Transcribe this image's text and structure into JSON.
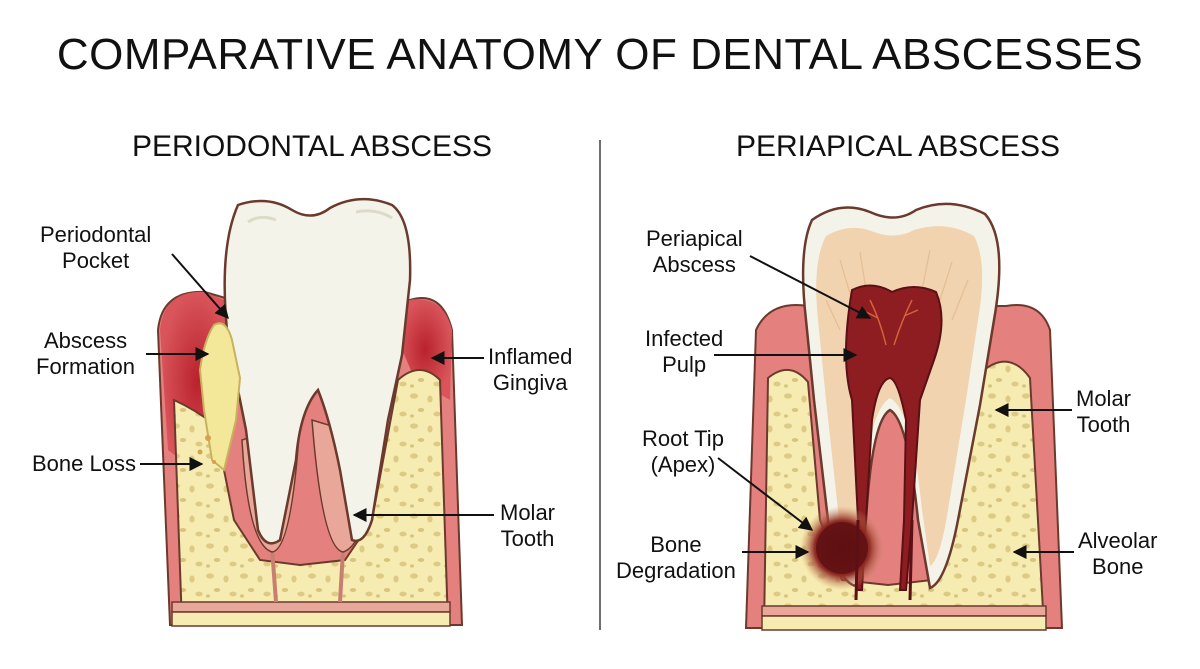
{
  "title": "COMPARATIVE ANATOMY OF DENTAL ABSCESSES",
  "left_panel": {
    "title": "PERIODONTAL ABSCESS",
    "labels": {
      "periodontal_pocket": [
        "Periodontal",
        "Pocket"
      ],
      "abscess_formation": [
        "Abscess",
        "Formation"
      ],
      "bone_loss": [
        "Bone Loss"
      ],
      "inflamed_gingiva": [
        "Inflamed",
        "Gingiva"
      ],
      "molar_tooth": [
        "Molar",
        "Tooth"
      ]
    }
  },
  "right_panel": {
    "title": "PERIAPICAL ABSCESS",
    "labels": {
      "periapical_abscess": [
        "Periapical",
        "Abscess"
      ],
      "infected_pulp": [
        "Infected",
        "Pulp"
      ],
      "root_tip": [
        "Root Tip",
        "(Apex)"
      ],
      "bone_degradation": [
        "Bone",
        "Degradation"
      ],
      "molar_tooth": [
        "Molar",
        "Tooth"
      ],
      "alveolar_bone": [
        "Alveolar",
        "Bone"
      ]
    }
  },
  "colors": {
    "gingiva": "#e4817f",
    "inflamed_gingiva": "#c8323a",
    "bone": "#f6ebb0",
    "bone_spot": "#ddca85",
    "enamel": "#f4f3ea",
    "dentin": "#f1d3b0",
    "pulp": "#8e1d22",
    "pus": "#f3e79a",
    "outline": "#6b3a2c"
  }
}
